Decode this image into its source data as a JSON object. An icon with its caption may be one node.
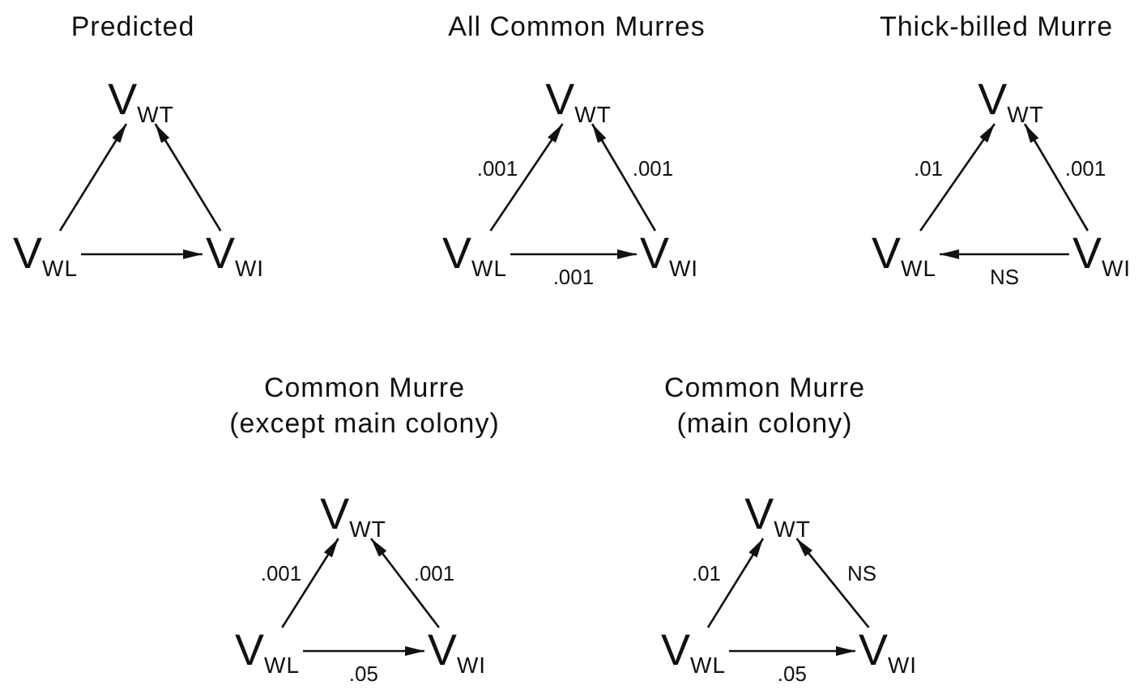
{
  "diagram": {
    "nodes": [
      {
        "text": [
          "V$_{WT}$"
        ]
      },
      {
        "text": [
          "V$_{WL}$"
        ]
      },
      {
        "text": [
          "V$_{WI}$"
        ]
      },
      {
        "text": [
          "V$_{WT}$"
        ]
      },
      {
        "text": [
          "V$_{WL}$"
        ]
      },
      {
        "text": [
          "V$_{WI}$"
        ]
      },
      {
        "text": [
          "V$_{WT}$"
        ]
      },
      {
        "text": [
          "V$_{WL}$"
        ]
      },
      {
        "text": [
          "V$_{WI}$"
        ]
      },
      {
        "text": [
          "V$_{WT}$"
        ]
      },
      {
        "text": [
          "V$_{WL}$"
        ]
      },
      {
        "text": [
          "V$_{WI}$"
        ]
      },
      {
        "text": [
          "V$_{WT}$"
        ]
      },
      {
        "text": [
          "V$_{WL}$"
        ]
      },
      {
        "text": [
          "V$_{WI}$"
        ]
      }
    ],
    "edges": [
      {
        "from": 1,
        "to": 0,
        "arrow": "to"
      },
      {
        "from": 2,
        "to": 0,
        "arrow": "to"
      },
      {
        "from": 1,
        "to": 2,
        "arrow": "to"
      },
      {
        "from": 4,
        "to": 3,
        "arrow": "to",
        "label": ".001"
      },
      {
        "from": 5,
        "to": 3,
        "arrow": "to",
        "label": ".001"
      },
      {
        "from": 4,
        "to": 5,
        "arrow": "to",
        "label": ".001"
      },
      {
        "from": 7,
        "to": 6,
        "arrow": "to",
        "label": ".01"
      },
      {
        "from": 8,
        "to": 6,
        "arrow": "to",
        "label": ".001"
      },
      {
        "from": 8,
        "to": 7,
        "arrow": "to",
        "label": "NS"
      },
      {
        "from": 10,
        "to": 9,
        "arrow": "to",
        "label": ".001"
      },
      {
        "from": 11,
        "to": 9,
        "arrow": "to",
        "label": ".001"
      },
      {
        "from": 10,
        "to": 11,
        "arrow": "to",
        "label": ".05"
      },
      {
        "from": 13,
        "to": 12,
        "arrow": "to",
        "label": ".01"
      },
      {
        "from": 14,
        "to": 12,
        "arrow": "to",
        "label": "NS"
      },
      {
        "from": 13,
        "to": 14,
        "arrow": "to",
        "label": ".05"
      }
    ],
    "labels": [
      "Predicted",
      "All Common Murres",
      "Thick-billed Murre",
      "Common Murre",
      "(except main colony)",
      "Common Murre",
      "(main colony)"
    ]
  }
}
